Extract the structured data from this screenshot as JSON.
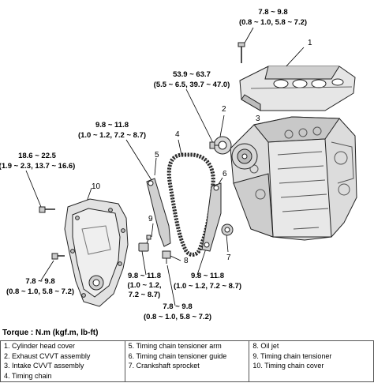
{
  "torque_note": "Torque : N.m (kgf.m, lb-ft)",
  "specs": {
    "top_cover_bolt": [
      "7.8 ~ 9.8",
      "(0.8 ~ 1.0, 5.8 ~ 7.2)"
    ],
    "cvvt_bolt": [
      "53.9 ~ 63.7",
      "(5.5 ~ 6.5, 39.7 ~ 47.0)"
    ],
    "tensioner_arm_bolt": [
      "9.8 ~ 11.8",
      "(1.0 ~ 1.2, 7.2 ~ 8.7)"
    ],
    "cover_upper_bolt": [
      "18.6 ~ 22.5",
      "(1.9 ~ 2.3, 13.7 ~ 16.6)"
    ],
    "cover_lower_bolt": [
      "7.8 ~ 9.8",
      "(0.8 ~ 1.0, 5.8 ~ 7.2)"
    ],
    "tensioner_left_bolt": [
      "9.8 ~ 11.8",
      "(1.0 ~ 1.2,",
      "7.2 ~ 8.7)"
    ],
    "guide_bolt": [
      "9.8 ~ 11.8",
      "(1.0 ~ 1.2, 7.2 ~ 8.7)"
    ],
    "oil_jet_bolt": [
      "7.8 ~ 9.8",
      "(0.8 ~ 1.0, 5.8 ~ 7.2)"
    ]
  },
  "callouts": [
    "1",
    "2",
    "3",
    "4",
    "5",
    "6",
    "7",
    "8",
    "9",
    "10"
  ],
  "legend": {
    "col1": [
      "1. Cylinder head cover",
      "2. Exhaust CVVT assembly",
      "3. Intake CVVT assembly",
      "4. Timing chain"
    ],
    "col2": [
      "5. Timing chain tensioner arm",
      "6. Timing chain tensioner guide",
      "7. Crankshaft sprocket"
    ],
    "col3": [
      "8. Oil jet",
      "9. Timing chain tensioner",
      "10. Timing chain cover"
    ]
  }
}
